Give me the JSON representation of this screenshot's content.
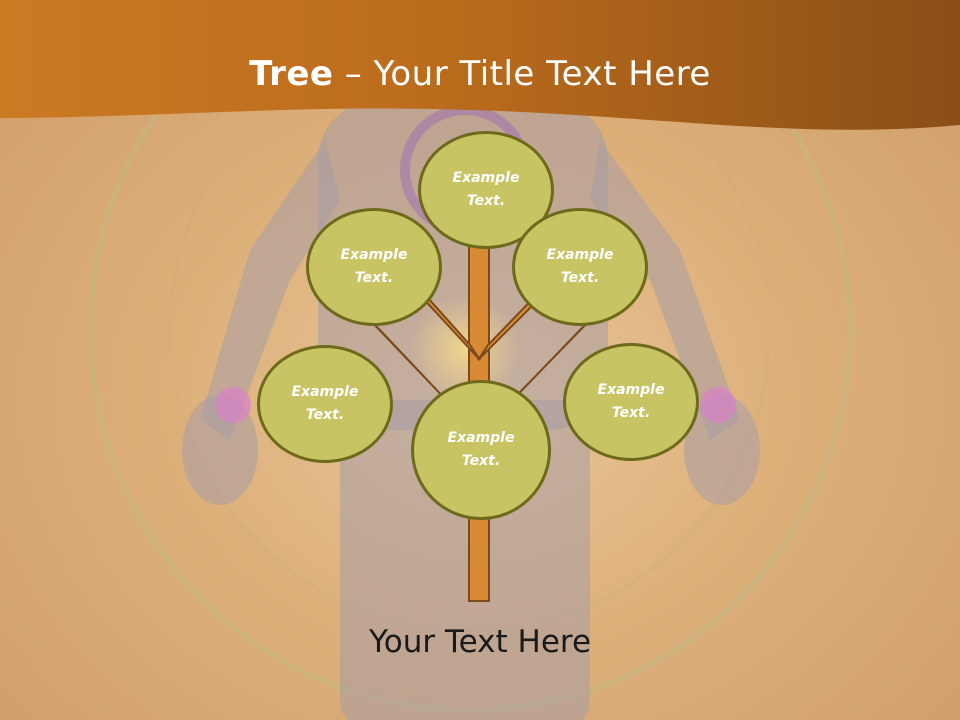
{
  "title": {
    "bold": "Tree",
    "rest": " – Your Title Text Here"
  },
  "nodes": [
    {
      "label": "Example Text."
    },
    {
      "label": "Example Text."
    },
    {
      "label": "Example Text."
    },
    {
      "label": "Example Text."
    },
    {
      "label": "Example Text."
    },
    {
      "label": "Example Text."
    }
  ],
  "footer": "Your Text Here",
  "colors": {
    "header": "#c0701e",
    "branch": "#d98a34",
    "node_fill": "#c8c464",
    "node_border": "#6e6a1c"
  }
}
